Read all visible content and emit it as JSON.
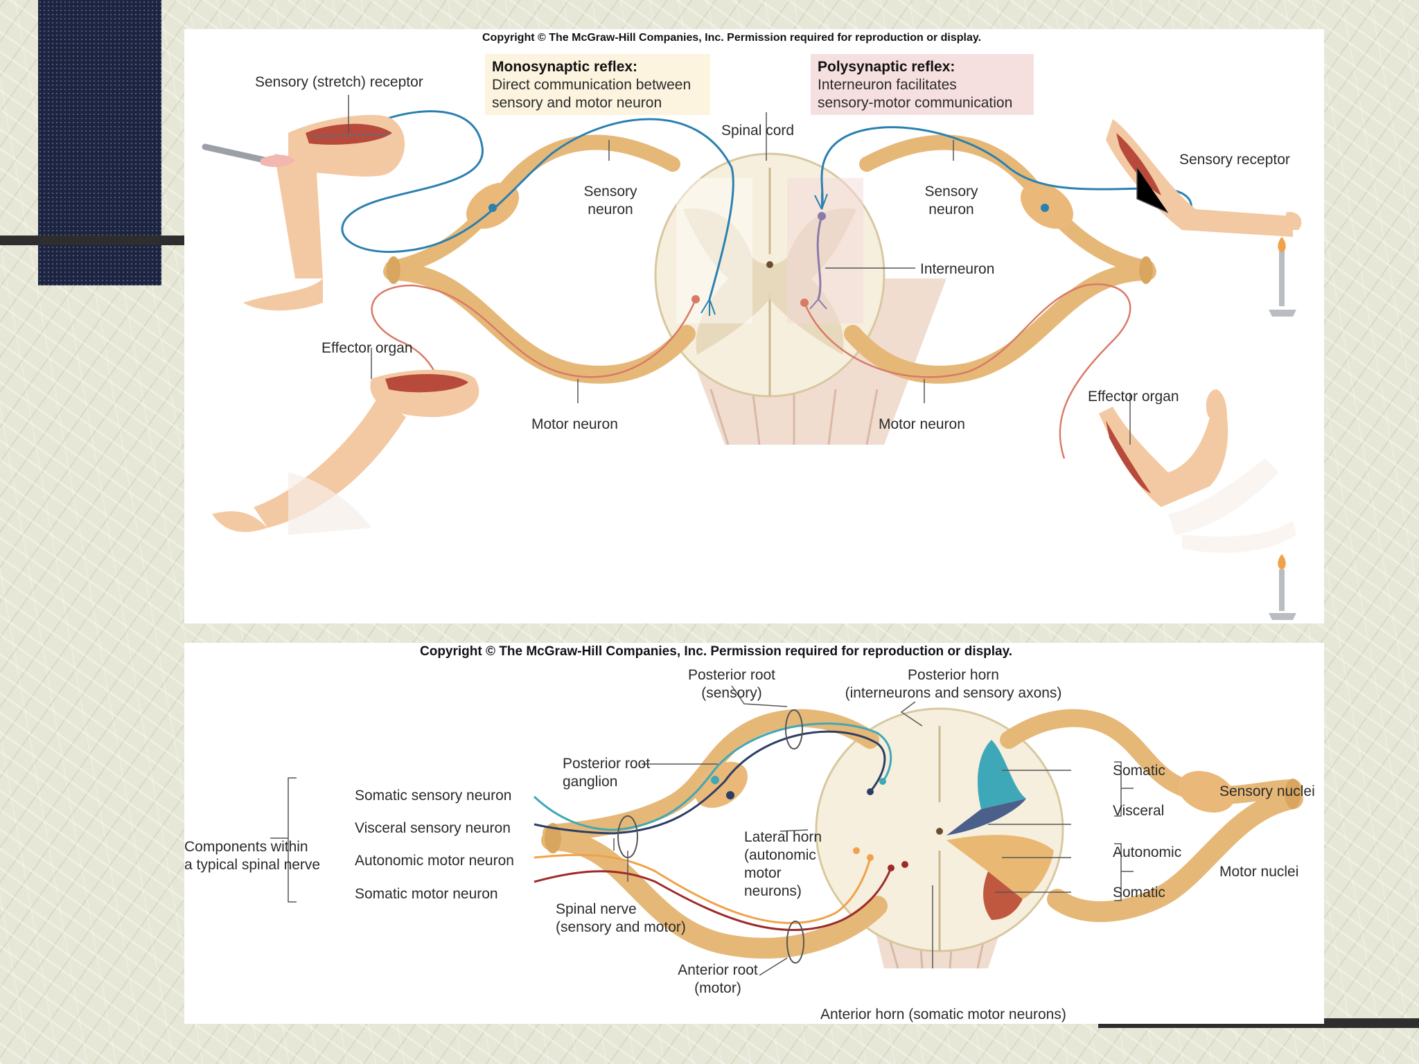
{
  "colors": {
    "nerve": "#e6b878",
    "sensory_neuron": "#2a80b0",
    "motor_neuron": "#d97a66",
    "cord_gray": "#efe6cf",
    "cord_body": "#f0ddd0",
    "muscle": "#b74a3a",
    "skin": "#f3c9a3",
    "somatic_sensory_area": "#3fa8b8",
    "visceral_sensory_area": "#4a5f8a",
    "autonomic_motor_area": "#e9b872",
    "somatic_motor_area": "#c0583f"
  },
  "top": {
    "copyright": "Copyright © The McGraw-Hill Companies, Inc. Permission required for reproduction or display.",
    "mono_title": "Monosynaptic reflex:",
    "mono_desc": "Direct communication between\nsensory and motor neuron",
    "poly_title": "Polysynaptic reflex:",
    "poly_desc": "Interneuron facilitates\nsensory-motor communication",
    "labels": {
      "stretch_receptor": "Sensory (stretch) receptor",
      "spinal_cord": "Spinal cord",
      "sensory_neuron_left": "Sensory\nneuron",
      "sensory_neuron_right": "Sensory\nneuron",
      "sensory_receptor": "Sensory receptor",
      "interneuron": "Interneuron",
      "effector_left": "Effector organ",
      "effector_right": "Effector organ",
      "motor_neuron_left": "Motor neuron",
      "motor_neuron_right": "Motor neuron"
    }
  },
  "bottom": {
    "copyright": "Copyright © The McGraw-Hill Companies, Inc. Permission required for reproduction or display.",
    "labels": {
      "posterior_root": "Posterior root\n(sensory)",
      "posterior_horn": "Posterior horn\n(interneurons and sensory axons)",
      "posterior_root_ganglion": "Posterior root\nganglion",
      "somatic_sensory_neuron": "Somatic sensory neuron",
      "visceral_sensory_neuron": "Visceral sensory neuron",
      "autonomic_motor_neuron": "Autonomic motor neuron",
      "somatic_motor_neuron": "Somatic motor neuron",
      "components": "Components within\na typical spinal nerve",
      "lateral_horn": "Lateral horn\n(autonomic\nmotor\nneurons)",
      "spinal_nerve": "Spinal nerve\n(sensory and motor)",
      "anterior_root": "Anterior root\n(motor)",
      "anterior_horn": "Anterior horn (somatic motor neurons)",
      "somatic_top": "Somatic",
      "visceral": "Visceral",
      "autonomic": "Autonomic",
      "somatic_bottom": "Somatic",
      "sensory_nuclei": "Sensory nuclei",
      "motor_nuclei": "Motor nuclei"
    }
  }
}
